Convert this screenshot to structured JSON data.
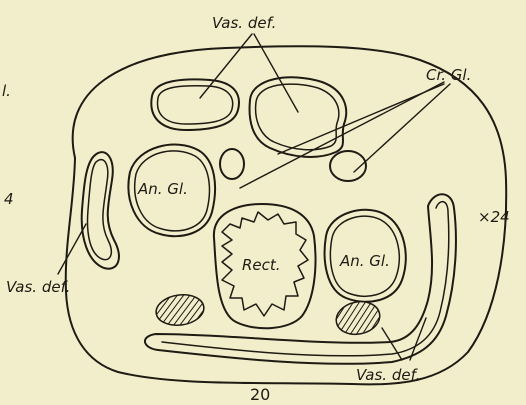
{
  "figure": {
    "number": "20",
    "magnification": "×24",
    "labels": {
      "vas_def_top": "Vas. def.",
      "cr_gl": "Cr. Gl.",
      "an_gl_left": "An. Gl.",
      "an_gl_right": "An. Gl.",
      "rect": "Rect.",
      "vas_def_left": "Vas. def.",
      "vas_def_bottom": "Vas. def."
    },
    "margin_fragments": {
      "left_upper": "l.",
      "left_lower": "4"
    }
  }
}
